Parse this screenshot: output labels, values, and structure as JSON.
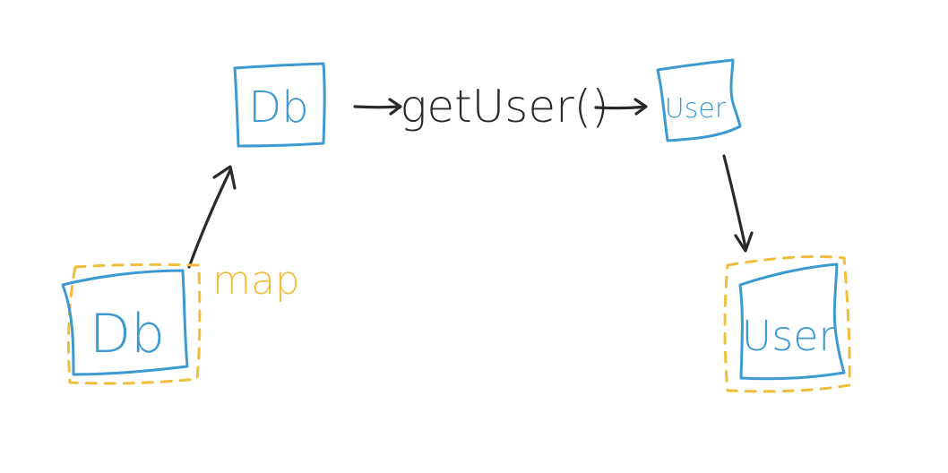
{
  "colors": {
    "box": "#3d9ad1",
    "container": "#f0be3c",
    "arrow": "#2a2a2a",
    "text": "#2a2a2a"
  },
  "nodes": {
    "db_top": "Db",
    "user_top": "User",
    "db_bottom": "Db",
    "user_bottom": "User"
  },
  "operations": {
    "get_user": "getUser()",
    "map": "map"
  }
}
